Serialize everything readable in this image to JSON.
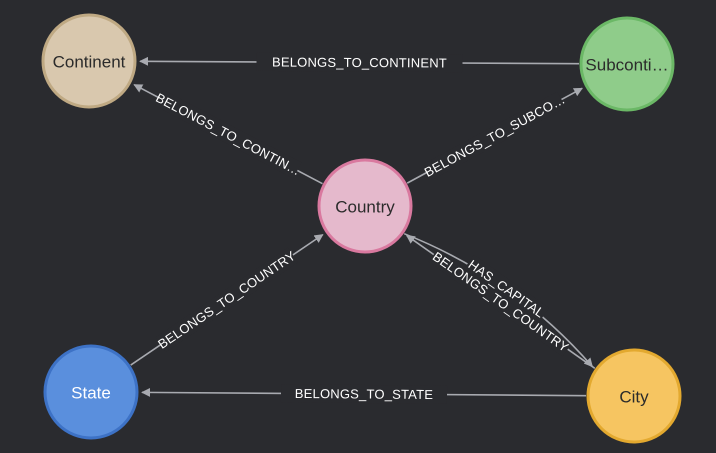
{
  "graph": {
    "nodes": [
      {
        "id": "continent",
        "label": "Continent",
        "fill": "#d9c8ae",
        "stroke": "#bfa983",
        "text_color": "#2b2b2b"
      },
      {
        "id": "subcontinent",
        "label": "Subconti…",
        "fill": "#8fcc8a",
        "stroke": "#6bb866",
        "text_color": "#2b2b2b"
      },
      {
        "id": "country",
        "label": "Country",
        "fill": "#e5b9cc",
        "stroke": "#d9799f",
        "text_color": "#2b2b2b"
      },
      {
        "id": "state",
        "label": "State",
        "fill": "#5a8fdd",
        "stroke": "#3d72c6",
        "text_color": "#ffffff"
      },
      {
        "id": "city",
        "label": "City",
        "fill": "#f6c561",
        "stroke": "#e3a92f",
        "text_color": "#2b2b2b"
      }
    ],
    "edges": [
      {
        "id": "subcontinent-continent",
        "from": "subcontinent",
        "to": "continent",
        "label": "BELONGS_TO_CONTINENT"
      },
      {
        "id": "country-continent",
        "from": "country",
        "to": "continent",
        "label": "BELONGS_TO_CONTIN…"
      },
      {
        "id": "country-subcontinent",
        "from": "country",
        "to": "subcontinent",
        "label": "BELONGS_TO_SUBCO…"
      },
      {
        "id": "state-country",
        "from": "state",
        "to": "country",
        "label": "BELONGS_TO_COUNTRY"
      },
      {
        "id": "city-country",
        "from": "city",
        "to": "country",
        "label": "BELONGS_TO_COUNTRY"
      },
      {
        "id": "country-city",
        "from": "country",
        "to": "city",
        "label": "HAS_CAPITAL"
      },
      {
        "id": "city-state",
        "from": "city",
        "to": "state",
        "label": "BELONGS_TO_STATE"
      }
    ]
  }
}
